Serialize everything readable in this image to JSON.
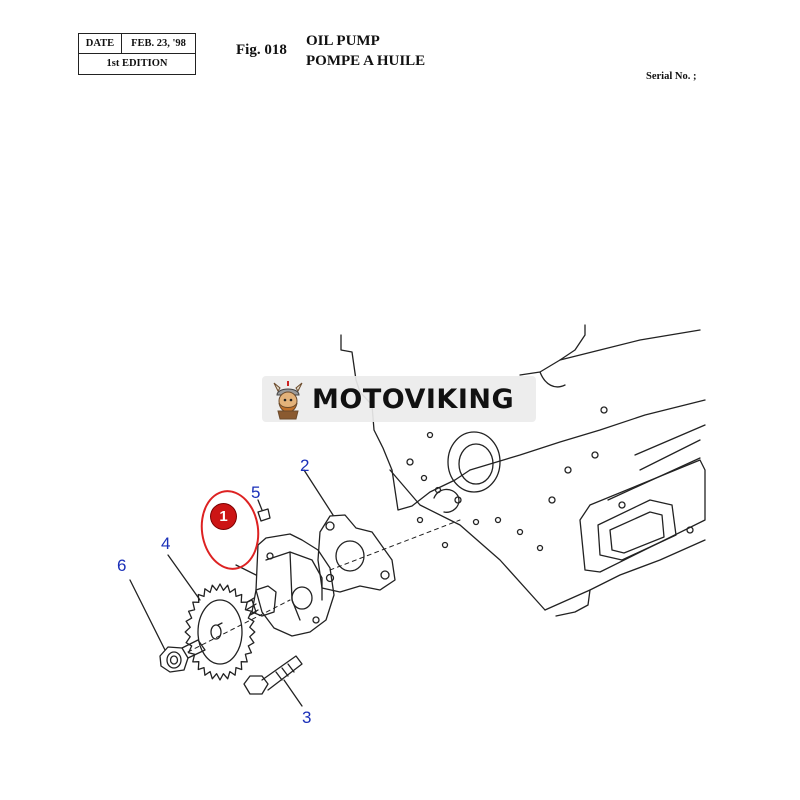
{
  "header": {
    "date_label": "DATE",
    "date_value": "FEB. 23, '98",
    "edition": "1st EDITION",
    "figure": "Fig. 018",
    "title_en": "OIL PUMP",
    "title_fr": "POMPE A HUILE",
    "serial": "Serial No. ;"
  },
  "callouts": [
    "2",
    "3",
    "4",
    "5",
    "6"
  ],
  "marker": {
    "label": "1"
  },
  "watermark": {
    "text": "MOTOVIKING"
  },
  "colors": {
    "callout": "#1a2fb8",
    "marker": "#cc1515",
    "line": "#222222"
  }
}
